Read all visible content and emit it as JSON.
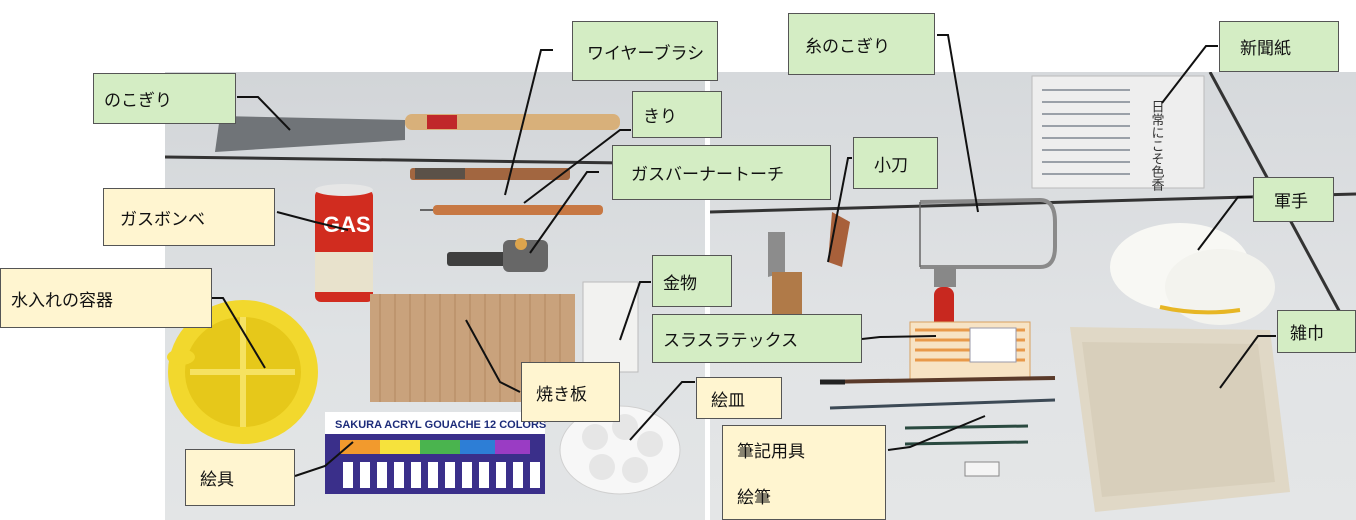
{
  "labels": {
    "saw": "のこぎり",
    "wire_brush": "ワイヤーブラシ",
    "awl": "きり",
    "gas_burner_torch": "ガスバーナートーチ",
    "gas_canister": "ガスボンベ",
    "water_container": "水入れの容器",
    "hardware": "金物",
    "burnt_board": "焼き板",
    "paint_palette": "絵皿",
    "paints": "絵具",
    "coping_saw": "糸のこぎり",
    "knife": "小刀",
    "newspaper": "新聞紙",
    "work_gloves": "軍手",
    "sandpaper": "スラスラテックス",
    "rag": "雑巾",
    "writing_tools": "筆記用具",
    "paintbrush": "絵筆"
  },
  "photo_text": {
    "gas_can": "GAS",
    "paint_box": "SAKURA ACRYL GOUACHE 12 COLORS",
    "newspaper_headline": "日常にこそ色香"
  },
  "colors": {
    "green_label": "#d4edc4",
    "yellow_label": "#fff5d0",
    "line": "#111111"
  }
}
